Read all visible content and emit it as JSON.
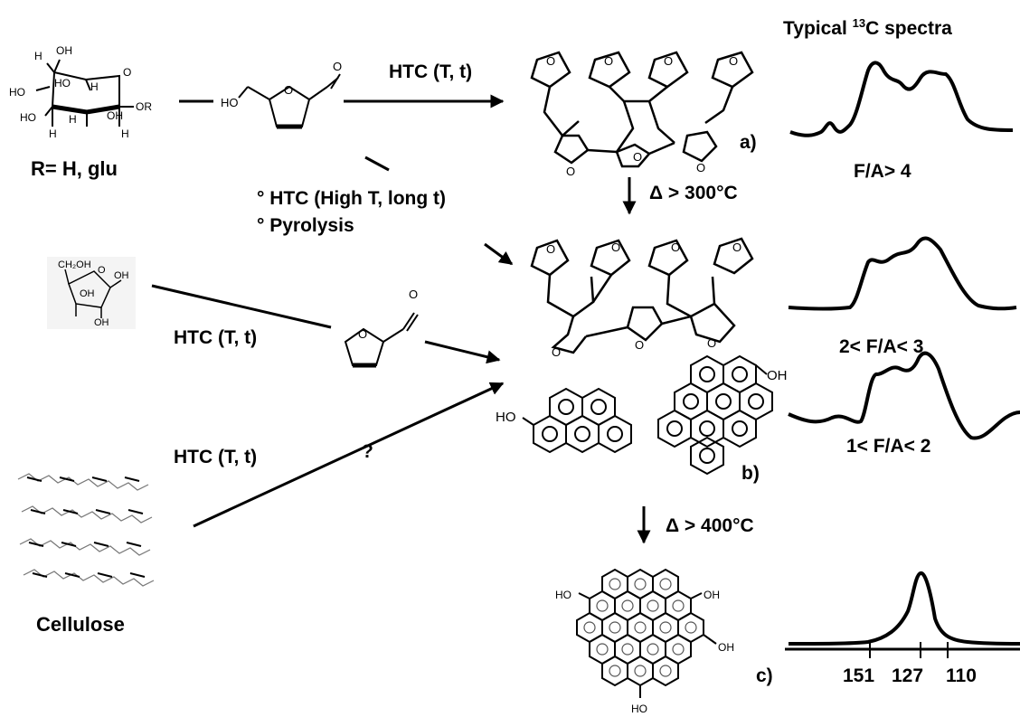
{
  "header": {
    "title_prefix": "Typical ",
    "title_sup": "13",
    "title_suffix": "C spectra"
  },
  "precursors": {
    "glucoside_label": "R= H, glu",
    "cellulose_label": "Cellulose"
  },
  "reactions": {
    "htc_top": "HTC (T, t)",
    "htc_harsh": "° HTC (High T, long t)",
    "pyrolysis": "° Pyrolysis",
    "htc_middle": "HTC (T, t)",
    "htc_bottom": "HTC (T, t)",
    "unknown": "?",
    "step_300": "Δ > 300°C",
    "step_400": "Δ > 400°C"
  },
  "structure_labels": {
    "a": "a)",
    "b": "b)",
    "c": "c)"
  },
  "atoms": {
    "O": "O",
    "OH": "OH",
    "HO": "HO",
    "H": "H",
    "OR": "OR",
    "CH2OH": "CH₂OH"
  },
  "spectra": {
    "ratio_a": "F/A> 4",
    "ratio_b1": "2< F/A< 3",
    "ratio_b2": "1< F/A< 2",
    "ticks": [
      "151",
      "127",
      "110"
    ]
  }
}
